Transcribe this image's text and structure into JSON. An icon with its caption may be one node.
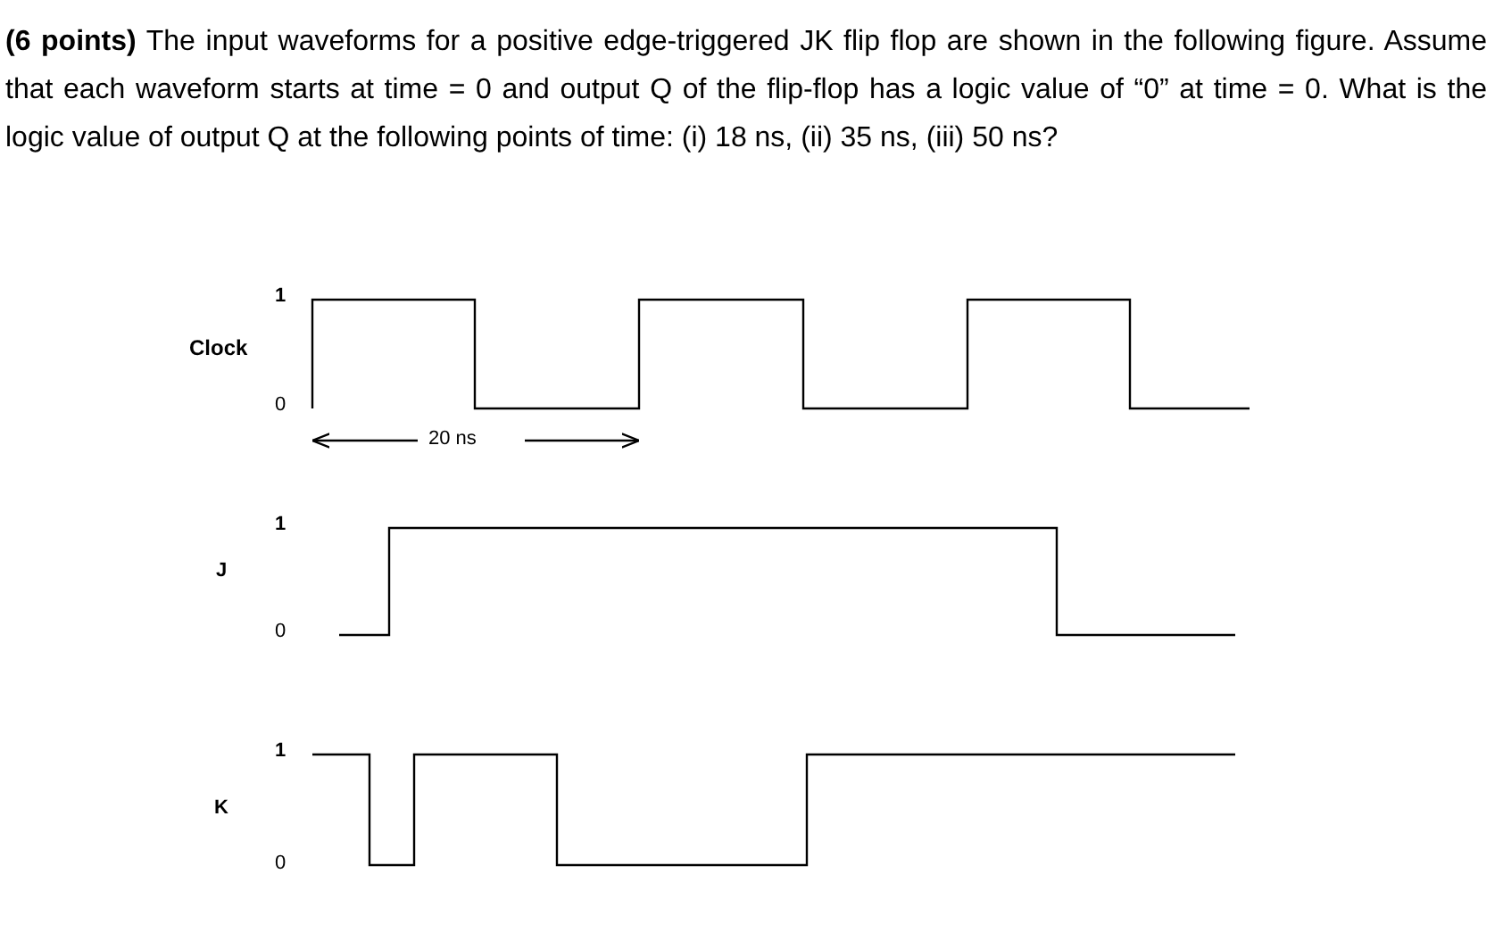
{
  "diagram": {
    "labels": [
      "**(6 points)** The input waveforms for a positive edge-triggered JK flip flop are shown in the following figure. Assume that each waveform starts at time = 0 and output Q of the flip-flop has a logic value of “0” at time = 0. What is the logic value of output Q at the following points of time: (i) 18 ns, (ii) 35 ns, (iii) 50 ns?",
      "1",
      "Clock",
      "0",
      "20 ns",
      "1",
      "J",
      "0",
      "1",
      "K",
      "0"
    ]
  }
}
